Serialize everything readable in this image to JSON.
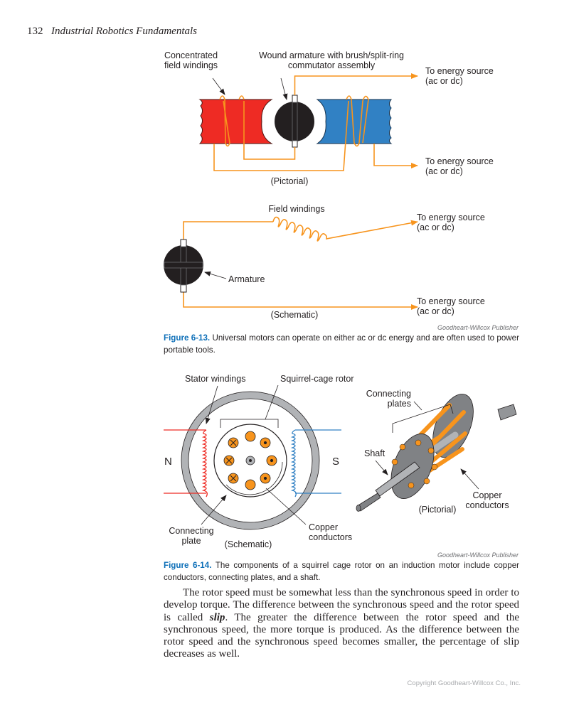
{
  "header": {
    "page_number": "132",
    "book_title": "Industrial Robotics Fundamentals"
  },
  "colors": {
    "wire": "#f7941d",
    "north_pole": "#ee2b24",
    "south_pole": "#3181c4",
    "armature": "#231f20",
    "frame_gray": "#b1b3b6",
    "copper": "#f7941d",
    "figure_label": "#0d6fb8"
  },
  "figure_6_13": {
    "pictorial": {
      "label_field_windings": [
        "Concentrated",
        "field windings"
      ],
      "label_armature": [
        "Wound armature with brush/split-ring",
        "commutator assembly"
      ],
      "label_source_top": [
        "To energy source",
        "(ac or dc)"
      ],
      "label_source_bottom": [
        "To energy source",
        "(ac or dc)"
      ],
      "view_label": "(Pictorial)"
    },
    "schematic": {
      "label_field_windings": "Field windings",
      "label_armature": "Armature",
      "label_source_top": [
        "To energy source",
        "(ac or dc)"
      ],
      "label_source_bottom": [
        "To energy source",
        "(ac or dc)"
      ],
      "view_label": "(Schematic)"
    },
    "credit": "Goodheart-Willcox Publisher",
    "caption": {
      "label": "Figure 6-13.",
      "text": "Universal motors can operate on either ac or dc energy and are often used to power portable tools."
    }
  },
  "figure_6_14": {
    "schematic": {
      "label_stator": "Stator windings",
      "label_rotor": "Squirrel-cage rotor",
      "pole_n": "N",
      "pole_s": "S",
      "label_plate": [
        "Connecting",
        "plate"
      ],
      "label_conductors": [
        "Copper",
        "conductors"
      ],
      "view_label": "(Schematic)"
    },
    "pictorial": {
      "label_plates": [
        "Connecting",
        "plates"
      ],
      "label_shaft": "Shaft",
      "label_conductors": [
        "Copper",
        "conductors"
      ],
      "view_label": "(Pictorial)"
    },
    "credit": "Goodheart-Willcox Publisher",
    "caption": {
      "label": "Figure 6-14.",
      "text": "The components of a squirrel cage rotor on an induction motor include copper conductors, connecting plates, and a shaft."
    }
  },
  "body": {
    "before_term": "The rotor speed must be somewhat less than the synchronous speed in order to develop torque. The difference between the synchronous speed and the rotor speed is called ",
    "term": "slip",
    "after_term": ". The greater the difference between the rotor speed and the synchronous speed, the more torque is produced. As the difference between the rotor speed and the synchronous speed becomes smaller, the percentage of slip decreases as well."
  },
  "footer": {
    "copyright": "Copyright Goodheart-Willcox Co., Inc."
  }
}
